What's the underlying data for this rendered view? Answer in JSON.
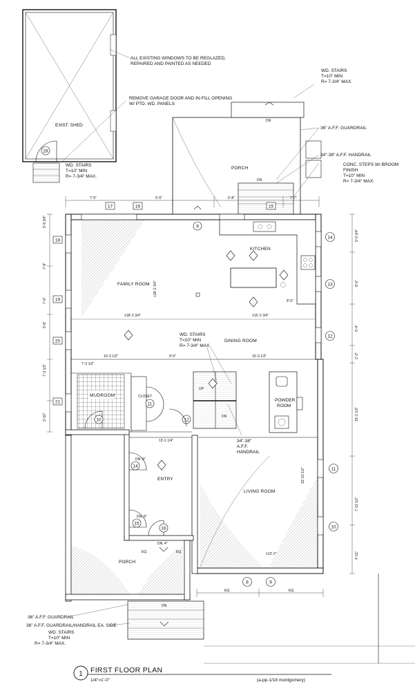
{
  "notes": {
    "shed_windows": [
      "ALL EXISTING WINDOWS TO BE REGLAZED,",
      "REPAIRED AND PAINTED AS NEEDED"
    ],
    "garage_door": [
      "REMOVE GARAGE DOOR AND IN-FILL OPENING",
      "W/ PTD. WD. PANELS"
    ],
    "shed_stairs": [
      "WD. STAIRS",
      "T=10\" MIN",
      "R= 7-3/4\" MAX."
    ],
    "rear_stairs": [
      "WD. STAIRS",
      "T=10\" MIN",
      "R= 7-3/4\" MAX."
    ],
    "guardrail_rear": "36\" A.F.F. GUARDRAIL",
    "handrail_rear": "34\"-38\" A.F.F. HANDRAIL",
    "conc_steps": [
      "CONC. STEPS W/ BROOM",
      "FINISH",
      "T=10\" MIN",
      "R= 7-3/4\" MAX."
    ],
    "interior_stairs": [
      "WD. STAIRS",
      "T=10\" MIN",
      "R= 7-3/4\" MAX."
    ],
    "interior_handrail": [
      "34\"-38\"",
      "A.F.F.",
      "HANDRAIL"
    ],
    "front_guardrail": "36\" A.F.F. GUARDRAIL",
    "front_guardrail_handrail": "36\" A.F.F. GUARDRAIL/HANDRAIL EA. SIDE",
    "front_stairs": [
      "WD. STAIRS",
      "T=10\" MIN",
      "R= 7-3/4\" MAX."
    ]
  },
  "rooms": {
    "shed": "EXIST. SHED",
    "porch_rear": "PORCH",
    "kitchen": "KITCHEN",
    "family_room": "FAMILY ROOM",
    "dining_room": "DINING ROOM",
    "mudroom": "MUDROOM",
    "closet": "CLOSET",
    "powder_room": [
      "POWDER",
      "ROOM"
    ],
    "entry": "ENTRY",
    "living_room": "LIVING ROOM",
    "porch_front": "PORCH"
  },
  "tags": {
    "shed_door": "28",
    "windows_top": [
      "17",
      "16",
      "15",
      "9"
    ],
    "windows_left": [
      "18",
      "19",
      "20",
      "21"
    ],
    "windows_right": [
      "14",
      "13",
      "12",
      "11",
      "10"
    ],
    "windows_bottom": [
      "8",
      "9"
    ],
    "doors": [
      "10",
      "11",
      "12",
      "14",
      "15",
      "16"
    ]
  },
  "marks": {
    "up": "UP",
    "dn": "DN",
    "dn4": "DN. 4\"",
    "dn8": "DN. 8\"",
    "eq": "EQ."
  },
  "dims": {
    "top": [
      "7'-5\"",
      "5'-5\"",
      "6'-8\"",
      "7'-7\""
    ],
    "left": [
      "5'-9 3/4\"",
      "7'-8\"",
      "7'-6\"",
      "5'-8\"",
      "7'-3 1/2\"",
      "3'-10\""
    ],
    "right": [
      "5'-0 3/4\"",
      "8'-0\"",
      "6'-4\"",
      "2'-3\"",
      "15'-1 1/2\"",
      "7'-11 1/2\"",
      "4'-11\""
    ],
    "interior": [
      "±18'-2 3/4\"",
      "±15'-2 3/4\"",
      "10'-3 1/2\"",
      "8'-0\"",
      "15'-3 1/2\"",
      "13'-1 1/4\"",
      "±13'-2\"",
      "19'-10 1/2\""
    ]
  },
  "title": {
    "number": "1",
    "name": "FIRST FLOOR PLAN",
    "scale": "1/4\"=1'-0\"",
    "ref": "(a-pp-1/18 montgomery)"
  }
}
